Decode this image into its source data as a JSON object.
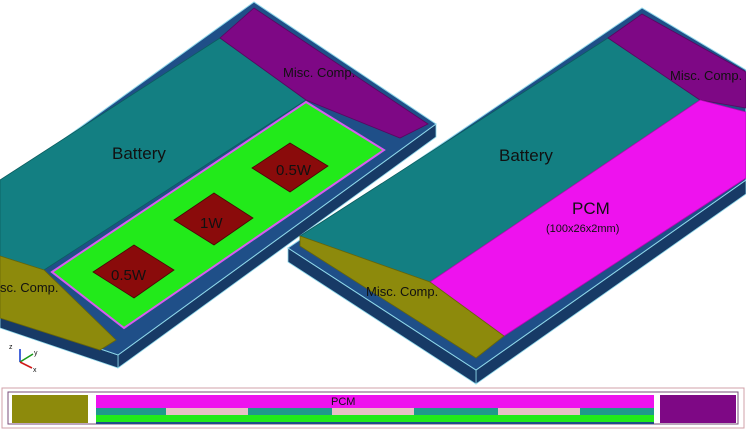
{
  "left_model": {
    "battery_label": "Battery",
    "misc_top_label": "Misc. Comp.",
    "misc_bottom_label": "sc. Comp.",
    "chips": [
      {
        "label": "0.5W"
      },
      {
        "label": "1W"
      },
      {
        "label": "0.5W"
      }
    ]
  },
  "right_model": {
    "battery_label": "Battery",
    "misc_top_label": "Misc. Comp.",
    "misc_bottom_label": "Misc. Comp.",
    "pcm_label": "PCM",
    "pcm_dims": "(100x26x2mm)"
  },
  "section_view": {
    "pcm_label": "PCM"
  },
  "axes": {
    "z": "z",
    "y": "y",
    "x": "x"
  },
  "colors": {
    "board": "#1f4f88",
    "battery": "#137f82",
    "misc_purple": "#7e0885",
    "misc_olive": "#8d8a0c",
    "green_layer": "#22ea1a",
    "chip": "#8a0b0b",
    "pcm": "#ee12ee",
    "pink_gap": "#e7c1c6"
  }
}
